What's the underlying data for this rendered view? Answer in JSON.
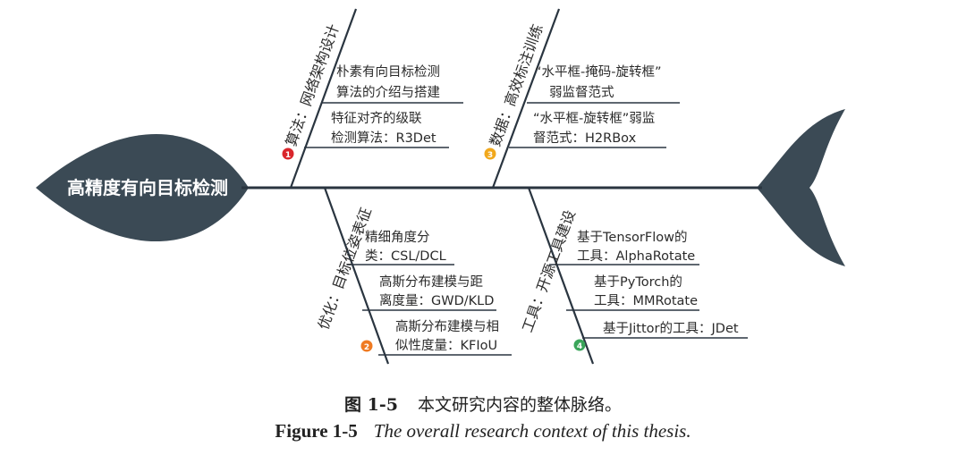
{
  "head_label": "高精度有向目标检测",
  "branches": [
    {
      "id": "algorithm",
      "badge": "1",
      "badge_color": "#d9262c",
      "label": "算法：网络架构设计",
      "items": [
        {
          "lines": [
            "朴素有向目标检测",
            "算法的介绍与搭建"
          ]
        },
        {
          "lines": [
            "特征对齐的级联",
            "检测算法：R3Det"
          ]
        }
      ]
    },
    {
      "id": "data",
      "badge": "3",
      "badge_color": "#f1a81c",
      "label": "数据：高效标注训练",
      "items": [
        {
          "lines": [
            "“水平框-掩码-旋转框”",
            "弱监督范式"
          ]
        },
        {
          "lines": [
            "“水平框-旋转框”弱监",
            "督范式：H2RBox"
          ]
        }
      ]
    },
    {
      "id": "optimization",
      "badge": "2",
      "badge_color": "#ef7a22",
      "label": "优化：目标位姿表征",
      "items": [
        {
          "lines": [
            "精细角度分",
            "类：CSL/DCL"
          ]
        },
        {
          "lines": [
            "高斯分布建模与距",
            "离度量：GWD/KLD"
          ]
        },
        {
          "lines": [
            "高斯分布建模与相",
            "似性度量：KFIoU"
          ]
        }
      ]
    },
    {
      "id": "tools",
      "badge": "4",
      "badge_color": "#3aa55a",
      "label": "工具：开源工具建设",
      "items": [
        {
          "lines": [
            "基于TensorFlow的",
            "工具：AlphaRotate"
          ]
        },
        {
          "lines": [
            "基于PyTorch的",
            "工具：MMRotate"
          ]
        },
        {
          "lines": [
            "基于Jittor的工具：JDet"
          ]
        }
      ]
    }
  ],
  "caption": {
    "zh_number": "图 1-5",
    "zh_text": "本文研究内容的整体脉络。",
    "en_number": "Figure 1-5",
    "en_text": "The overall research context of this thesis."
  },
  "colors": {
    "fish": "#3b4a55",
    "line": "#2a3540",
    "text": "#2b2b2b"
  }
}
